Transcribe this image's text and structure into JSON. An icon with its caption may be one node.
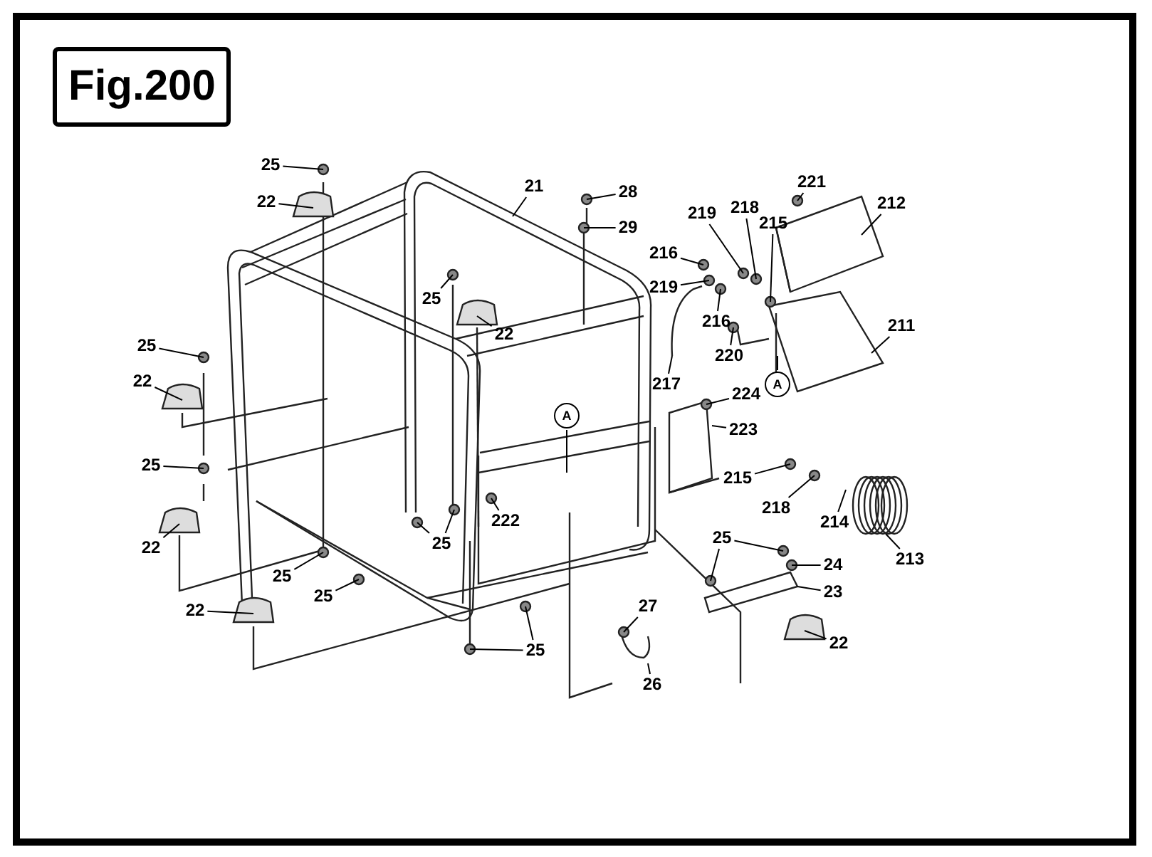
{
  "diagram": {
    "title": "Fig.200",
    "nodes": [
      {
        "text": [
          "25"
        ]
      },
      {
        "text": [
          "22"
        ]
      },
      {
        "text": [
          "21"
        ]
      },
      {
        "text": [
          "28"
        ]
      },
      {
        "text": [
          "29"
        ]
      },
      {
        "text": [
          "25"
        ]
      },
      {
        "text": [
          "22"
        ]
      },
      {
        "text": [
          "25"
        ]
      },
      {
        "text": [
          "22"
        ]
      },
      {
        "text": [
          "25"
        ]
      },
      {
        "text": [
          "22"
        ]
      },
      {
        "text": [
          "25"
        ]
      },
      {
        "text": [
          "222"
        ]
      },
      {
        "text": [
          "25"
        ]
      },
      {
        "text": [
          "25"
        ]
      },
      {
        "text": [
          "22"
        ]
      },
      {
        "text": [
          "25"
        ]
      },
      {
        "text": [
          "27"
        ]
      },
      {
        "text": [
          "26"
        ]
      },
      {
        "text": [
          "216"
        ]
      },
      {
        "text": [
          "219"
        ]
      },
      {
        "text": [
          "219"
        ]
      },
      {
        "text": [
          "218"
        ]
      },
      {
        "text": [
          "215"
        ]
      },
      {
        "text": [
          "221"
        ]
      },
      {
        "text": [
          "212"
        ]
      },
      {
        "text": [
          "216"
        ]
      },
      {
        "text": [
          "220"
        ]
      },
      {
        "text": [
          "217"
        ]
      },
      {
        "text": [
          "211"
        ]
      },
      {
        "text": [
          "A"
        ]
      },
      {
        "text": [
          "224"
        ]
      },
      {
        "text": [
          "223"
        ]
      },
      {
        "text": [
          "A"
        ]
      },
      {
        "text": [
          "215"
        ]
      },
      {
        "text": [
          "218"
        ]
      },
      {
        "text": [
          "214"
        ]
      },
      {
        "text": [
          "213"
        ]
      },
      {
        "text": [
          "25"
        ]
      },
      {
        "text": [
          "24"
        ]
      },
      {
        "text": [
          "23"
        ]
      },
      {
        "text": [
          "22"
        ]
      }
    ],
    "edges": [
      {
        "from": 0,
        "to": null,
        "arrow": "none"
      },
      {
        "from": 1,
        "to": null,
        "arrow": "none"
      },
      {
        "from": 2,
        "to": null,
        "arrow": "none"
      },
      {
        "from": 3,
        "to": null,
        "arrow": "none"
      },
      {
        "from": 4,
        "to": null,
        "arrow": "none"
      },
      {
        "from": 5,
        "to": null,
        "arrow": "none"
      },
      {
        "from": 6,
        "to": null,
        "arrow": "none"
      },
      {
        "from": 7,
        "to": null,
        "arrow": "none"
      },
      {
        "from": 8,
        "to": null,
        "arrow": "none"
      },
      {
        "from": 9,
        "to": null,
        "arrow": "none"
      },
      {
        "from": 10,
        "to": null,
        "arrow": "none"
      },
      {
        "from": 11,
        "to": null,
        "arrow": "none"
      },
      {
        "from": 11,
        "to": null,
        "arrow": "none"
      },
      {
        "from": 12,
        "to": null,
        "arrow": "none"
      },
      {
        "from": 13,
        "to": null,
        "arrow": "none"
      },
      {
        "from": 14,
        "to": null,
        "arrow": "none"
      },
      {
        "from": 15,
        "to": null,
        "arrow": "none"
      },
      {
        "from": 16,
        "to": null,
        "arrow": "none"
      },
      {
        "from": 16,
        "to": null,
        "arrow": "none"
      },
      {
        "from": 17,
        "to": null,
        "arrow": "none"
      },
      {
        "from": 18,
        "to": null,
        "arrow": "none"
      },
      {
        "from": 19,
        "to": null,
        "arrow": "none"
      },
      {
        "from": 20,
        "to": null,
        "arrow": "none"
      },
      {
        "from": 21,
        "to": null,
        "arrow": "none"
      },
      {
        "from": 22,
        "to": null,
        "arrow": "none"
      },
      {
        "from": 23,
        "to": null,
        "arrow": "none"
      },
      {
        "from": 24,
        "to": null,
        "arrow": "none"
      },
      {
        "from": 25,
        "to": null,
        "arrow": "none"
      },
      {
        "from": 26,
        "to": null,
        "arrow": "none"
      },
      {
        "from": 27,
        "to": null,
        "arrow": "none"
      },
      {
        "from": 28,
        "to": null,
        "arrow": "none"
      },
      {
        "from": 29,
        "to": null,
        "arrow": "none"
      },
      {
        "from": 30,
        "to": null,
        "arrow": "none"
      },
      {
        "from": 31,
        "to": null,
        "arrow": "none"
      },
      {
        "from": 32,
        "to": null,
        "arrow": "none"
      },
      {
        "from": 33,
        "to": null,
        "arrow": "none"
      },
      {
        "from": 34,
        "to": null,
        "arrow": "none"
      },
      {
        "from": 35,
        "to": null,
        "arrow": "none"
      },
      {
        "from": 36,
        "to": null,
        "arrow": "none"
      },
      {
        "from": 37,
        "to": null,
        "arrow": "none"
      },
      {
        "from": 38,
        "to": null,
        "arrow": "none"
      },
      {
        "from": 38,
        "to": null,
        "arrow": "none"
      },
      {
        "from": 39,
        "to": null,
        "arrow": "none"
      },
      {
        "from": 40,
        "to": null,
        "arrow": "none"
      },
      {
        "from": 41,
        "to": null,
        "arrow": "none"
      }
    ]
  }
}
